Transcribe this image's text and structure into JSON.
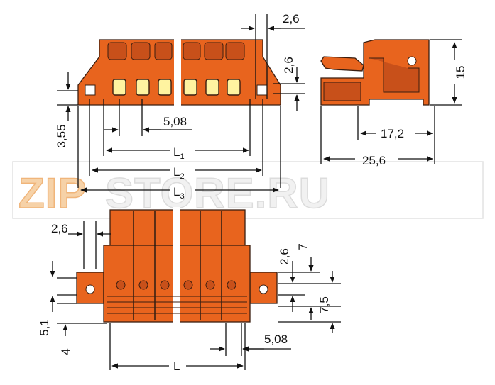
{
  "watermark": {
    "part1": "ZIP",
    "part2": "STORE.RU"
  },
  "dimensions": {
    "top_pitch": "2,6",
    "top_side_height": "2,6",
    "height_15": "15",
    "side_17_2": "17,2",
    "side_25_6": "25,6",
    "left_3_55": "3,55",
    "pitch_5_08_top": "5,08",
    "L1": "L",
    "L1_sub": "1",
    "L2": "L",
    "L2_sub": "2",
    "L3": "L",
    "L3_sub": "3",
    "bottom_2_6_left": "2,6",
    "bottom_2_6_right": "2,6",
    "bottom_7": "7",
    "bottom_7_5": "7,5",
    "bottom_5_1": "5,1",
    "bottom_4": "4",
    "pitch_5_08_bottom": "5,08",
    "L_bottom": "L"
  },
  "colors": {
    "body": "#e8641e",
    "outline": "#3a1e10",
    "contact": "#fff3a0"
  }
}
